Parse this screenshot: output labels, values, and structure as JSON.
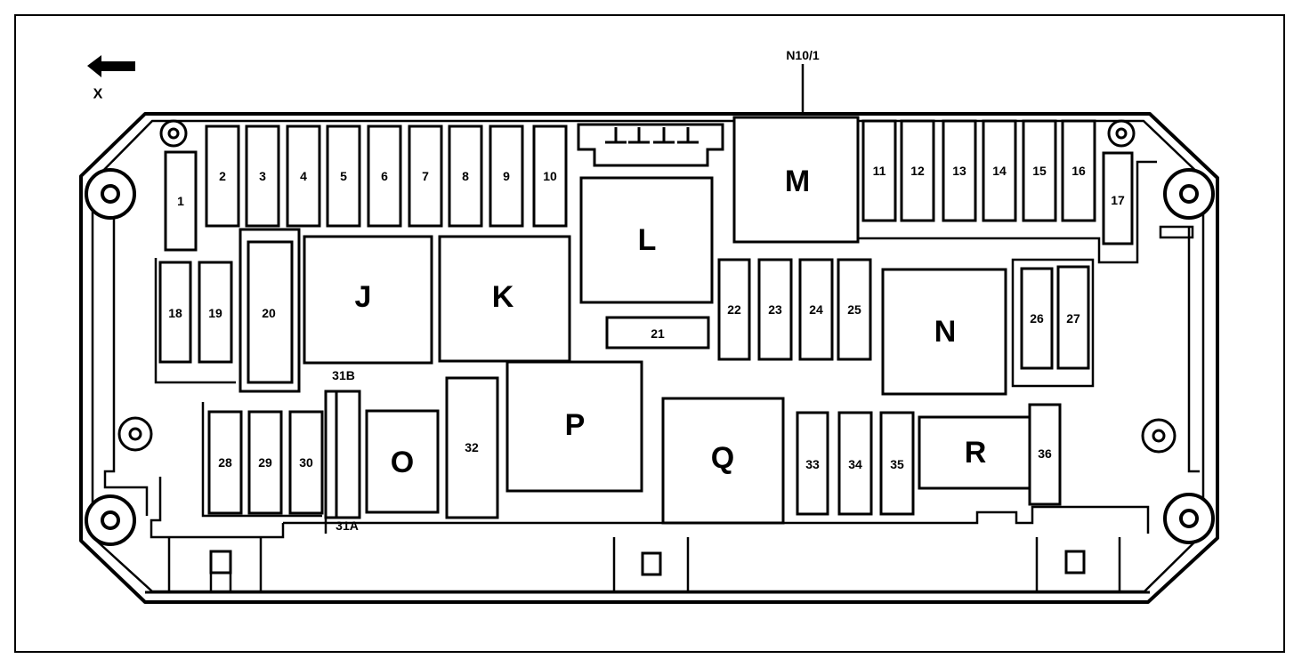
{
  "labels": {
    "direction": "X",
    "connector": "N10/1",
    "fuses": {
      "f1": "1",
      "f2": "2",
      "f3": "3",
      "f4": "4",
      "f5": "5",
      "f6": "6",
      "f7": "7",
      "f8": "8",
      "f9": "9",
      "f10": "10",
      "f11": "11",
      "f12": "12",
      "f13": "13",
      "f14": "14",
      "f15": "15",
      "f16": "16",
      "f17": "17",
      "f18": "18",
      "f19": "19",
      "f20": "20",
      "f21": "21",
      "f22": "22",
      "f23": "23",
      "f24": "24",
      "f25": "25",
      "f26": "26",
      "f27": "27",
      "f28": "28",
      "f29": "29",
      "f30": "30",
      "f31a": "31A",
      "f31b": "31B",
      "f32": "32",
      "f33": "33",
      "f34": "34",
      "f35": "35",
      "f36": "36"
    },
    "relays": {
      "J": "J",
      "K": "K",
      "L": "L",
      "M": "M",
      "N": "N",
      "O": "O",
      "P": "P",
      "Q": "Q",
      "R": "R"
    }
  }
}
